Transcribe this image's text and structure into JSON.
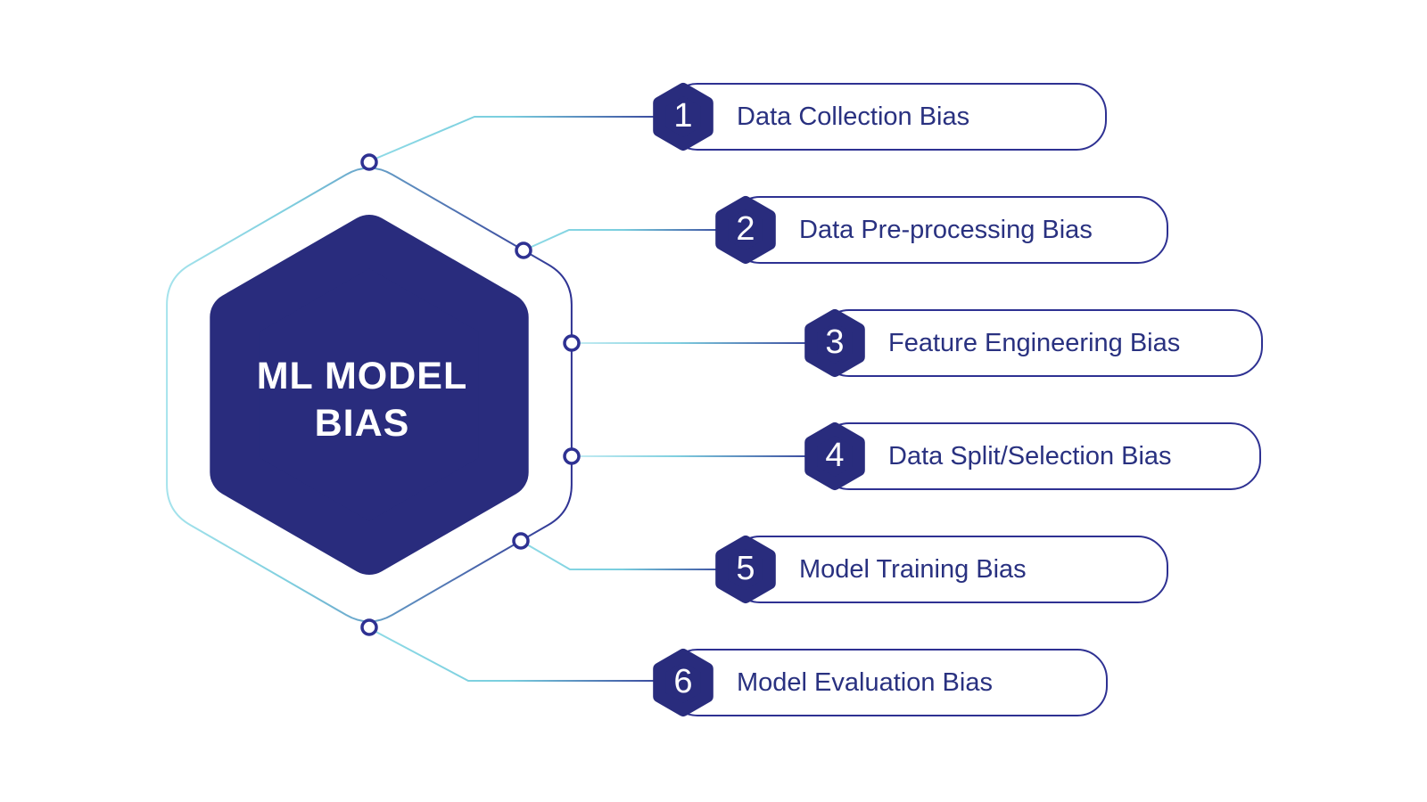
{
  "diagram_title": {
    "line1": "ML MODEL",
    "line2": "BIAS"
  },
  "items": [
    {
      "number": "1",
      "label": "Data Collection Bias"
    },
    {
      "number": "2",
      "label": "Data Pre-processing Bias"
    },
    {
      "number": "3",
      "label": "Feature Engineering Bias"
    },
    {
      "number": "4",
      "label": "Data Split/Selection Bias"
    },
    {
      "number": "5",
      "label": "Model Training Bias"
    },
    {
      "number": "6",
      "label": "Model Evaluation Bias"
    }
  ],
  "colors": {
    "navy_fill": "#292c7d",
    "line_navy": "#2e3192",
    "teal": "#7fcfdf",
    "teal_light": "#a5e3ec",
    "label_text": "#293180",
    "background": "#ffffff"
  }
}
